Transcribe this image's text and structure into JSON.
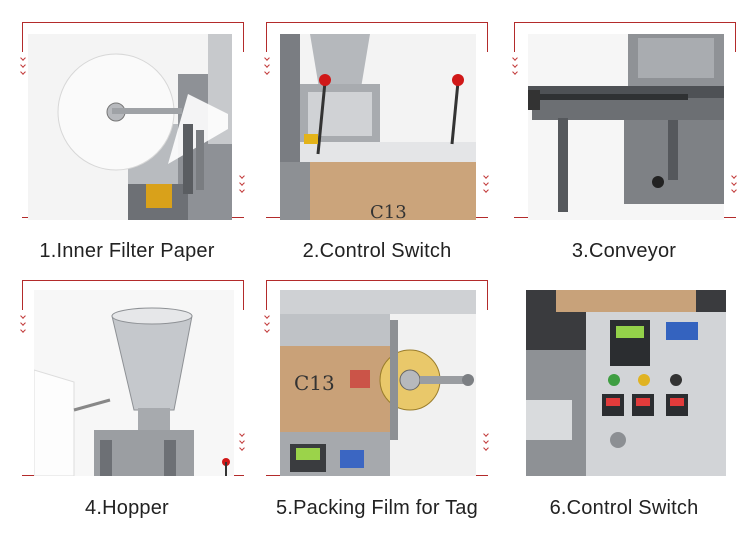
{
  "panels": [
    {
      "caption": "1.Inner Filter Paper",
      "icon": "filter-paper-roll"
    },
    {
      "caption": "2.Control Switch",
      "icon": "control-lever"
    },
    {
      "caption": "3.Conveyor",
      "icon": "conveyor-belt"
    },
    {
      "caption": "4.Hopper",
      "icon": "hopper-cone"
    },
    {
      "caption": "5.Packing Film for Tag",
      "icon": "film-roll"
    },
    {
      "caption": "6.Control Switch",
      "icon": "control-panel"
    }
  ],
  "box_label": "C13",
  "colors": {
    "accent": "#b32b2b",
    "knob": "#d01818",
    "panel": "#3a3a3a"
  }
}
